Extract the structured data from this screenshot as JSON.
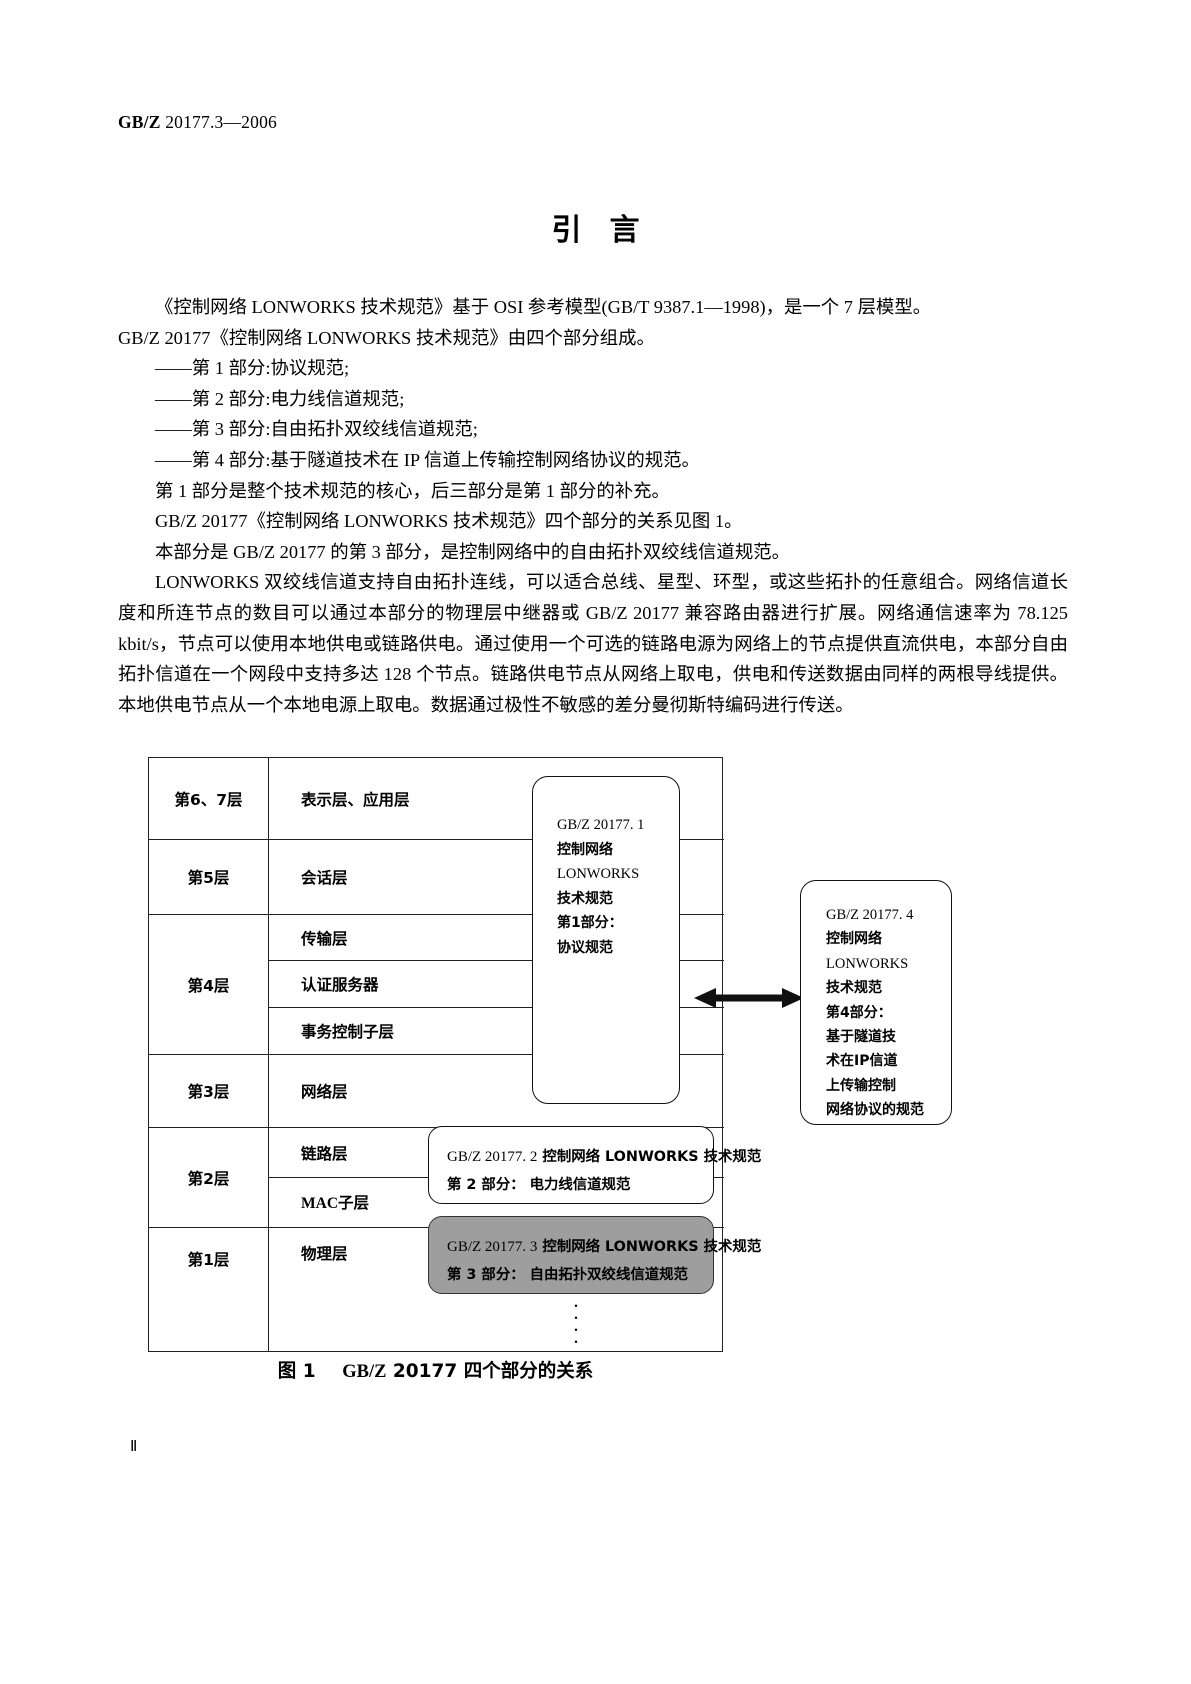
{
  "header": {
    "standard_number": "GB/Z",
    "standard_rest": " 20177.3—2006"
  },
  "title": "引言",
  "body": {
    "para1_line1": "《控制网络 LONWORKS 技术规范》基于 OSI 参考模型(GB/T 9387.1—1998)，是一个 7 层模型。",
    "para1_line2": "GB/Z 20177《控制网络 LONWORKS 技术规范》由四个部分组成。",
    "list": [
      "——第 1 部分:协议规范;",
      "——第 2 部分:电力线信道规范;",
      "——第 3 部分:自由拓扑双绞线信道规范;",
      "——第 4 部分:基于隧道技术在 IP 信道上传输控制网络协议的规范。"
    ],
    "para2": "第 1 部分是整个技术规范的核心，后三部分是第 1 部分的补充。",
    "para3": "GB/Z 20177《控制网络 LONWORKS 技术规范》四个部分的关系见图 1。",
    "para4": "本部分是 GB/Z 20177 的第 3 部分，是控制网络中的自由拓扑双绞线信道规范。",
    "para5": "LONWORKS 双绞线信道支持自由拓扑连线，可以适合总线、星型、环型，或这些拓扑的任意组合。网络信道长度和所连节点的数目可以通过本部分的物理层中继器或 GB/Z 20177 兼容路由器进行扩展。网络通信速率为 78.125 kbit/s，节点可以使用本地供电或链路供电。通过使用一个可选的链路电源为网络上的节点提供直流供电，本部分自由拓扑信道在一个网段中支持多达 128 个节点。链路供电节点从网络上取电，供电和传送数据由同样的两根导线提供。本地供电节点从一个本地电源上取电。数据通过极性不敏感的差分曼彻斯特编码进行传送。"
  },
  "figure": {
    "layers": [
      {
        "level": "第6、7层",
        "sublayers": [
          "表示层、应用层"
        ]
      },
      {
        "level": "第5层",
        "sublayers": [
          "会话层"
        ]
      },
      {
        "level": "第4层",
        "sublayers": [
          "传输层",
          "认证服务器",
          "事务控制子层"
        ]
      },
      {
        "level": "第3层",
        "sublayers": [
          "网络层"
        ]
      },
      {
        "level": "第2层",
        "sublayers": [
          "链路层",
          "MAC子层"
        ]
      },
      {
        "level": "第1层",
        "sublayers": [
          "物理层"
        ]
      }
    ],
    "box_part1": {
      "l1": "GB/Z 20177. 1",
      "l2": "控制网络",
      "l3": "LONWORKS",
      "l4": "技术规范",
      "l5": "第1部分：",
      "l6": "协议规范"
    },
    "box_part4": {
      "l1": "GB/Z 20177. 4",
      "l2": "控制网络",
      "l3": "LONWORKS",
      "l4": "技术规范",
      "l5": "第4部分：",
      "l6": "基于隧道技",
      "l7": "术在IP信道",
      "l8": "上传输控制",
      "l9": "网络协议的规范"
    },
    "box_part2": {
      "line1_code": "GB/Z 20177. 2",
      "line1_text": " 控制网络 LONWORKS 技术规范",
      "line2": "第 2 部分： 电力线信道规范"
    },
    "box_part3": {
      "line1_code": "GB/Z 20177. 3",
      "line1_text": " 控制网络 LONWORKS 技术规范",
      "line2": "第 3 部分： 自由拓扑双绞线信道规范",
      "fill_color": "#9e9e9e"
    },
    "continuation_dots": "⋮",
    "caption_prefix": "图 1",
    "caption_code": "GB/Z",
    "caption_text": " 20177 四个部分的关系"
  },
  "folio": "Ⅱ"
}
